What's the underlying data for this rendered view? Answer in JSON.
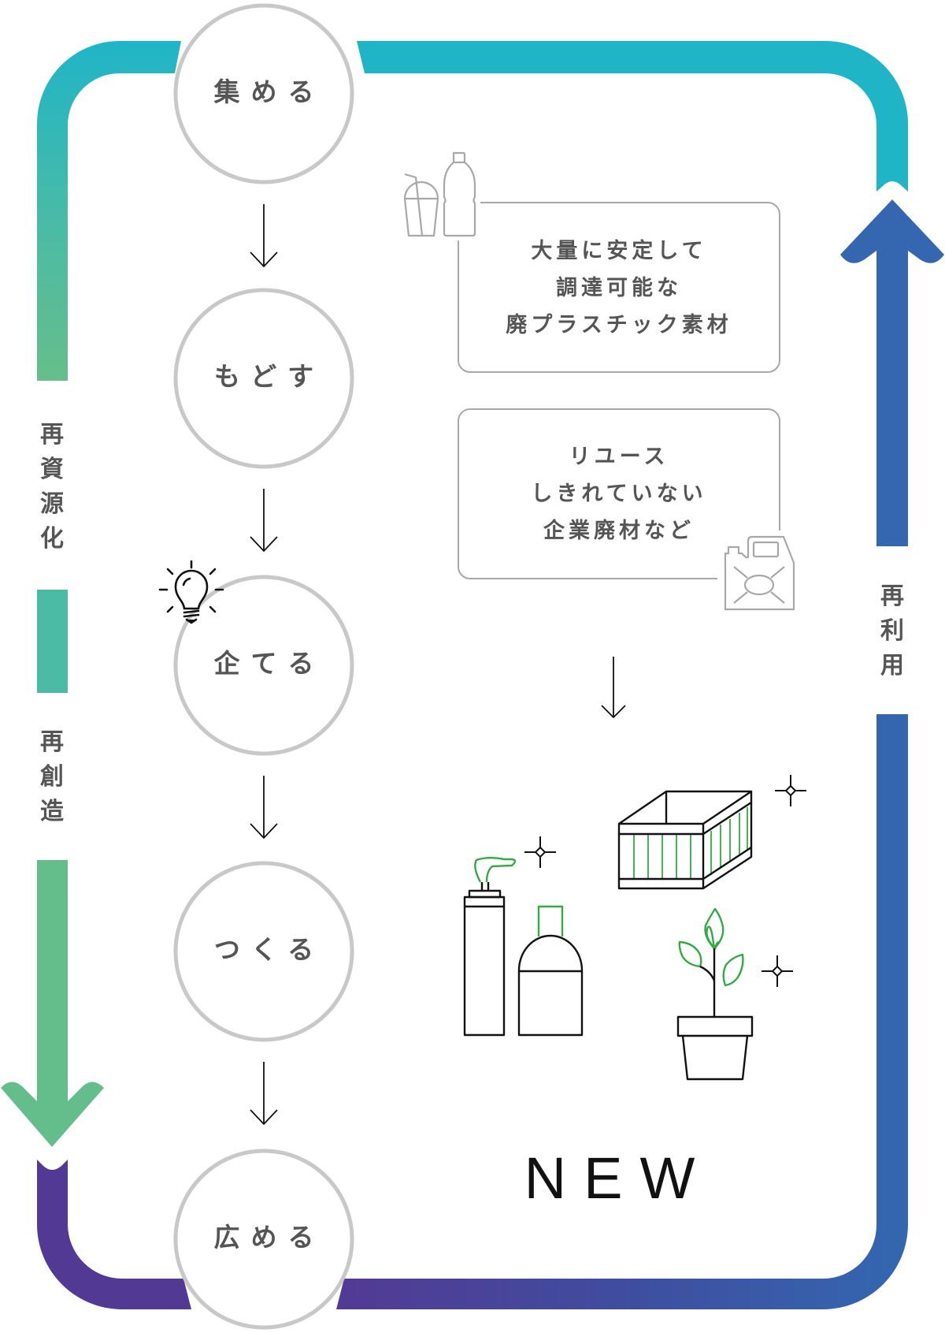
{
  "cycle": {
    "steps": [
      {
        "label": "集める"
      },
      {
        "label": "もどす"
      },
      {
        "label": "企てる"
      },
      {
        "label": "つくる"
      },
      {
        "label": "広める"
      }
    ],
    "left_labels": {
      "top": [
        "再",
        "資",
        "源",
        "化"
      ],
      "bottom": [
        "再",
        "創",
        "造"
      ]
    },
    "right_label": [
      "再",
      "利",
      "用"
    ],
    "colors": {
      "teal": "#1fb5c7",
      "teal_light": "#4bbba5",
      "green": "#64be8c",
      "purple": "#523a94",
      "blue": "#3467b0",
      "circle_stroke": "#c8c8c8",
      "text": "#555555",
      "icon_green": "#33aa44"
    }
  },
  "materials": {
    "box1_lines": [
      "大量に安定して",
      "調達可能な",
      "廃プラスチック素材"
    ],
    "box2_lines": [
      "リユース",
      "しきれていない",
      "企業廃材など"
    ]
  },
  "result": {
    "label": "NEW",
    "icons": [
      "pump-bottle-icon",
      "round-bottle-icon",
      "crate-icon",
      "potted-plant-icon",
      "sparkle-icon"
    ]
  }
}
